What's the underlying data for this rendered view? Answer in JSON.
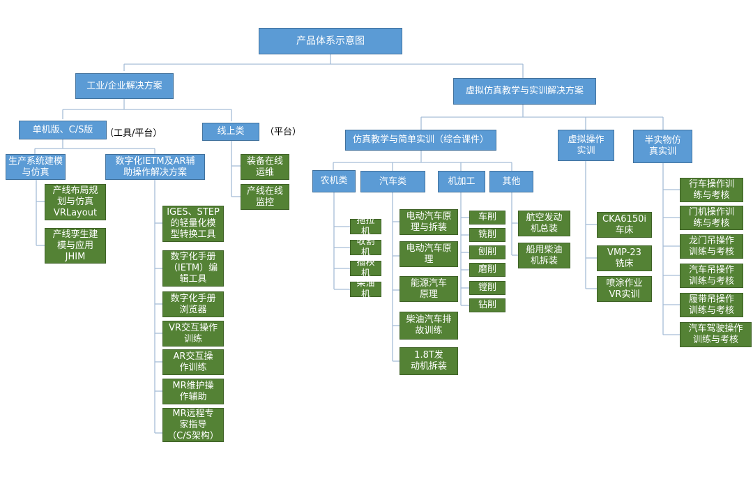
{
  "root": "产品体系示意图",
  "industrial": {
    "title": "工业/企业解决方案",
    "standalone": {
      "label": "单机版、C/S版",
      "note": "（工具/平台）"
    },
    "online": {
      "label": "线上类",
      "note": "（平台）"
    },
    "production_modeling": "生产系统建模\n与仿真",
    "digital_ietm": "数字化IETM及AR辅\n助操作解决方案",
    "modeling_items": [
      "产线布局规\n划与仿真\nVRLayout",
      "产线孪生建\n模与应用\nJHIM"
    ],
    "ietm_items": [
      "IGES、STEP\n的轻量化模\n型转换工具",
      "数字化手册\n（IETM）编\n辑工具",
      "数字化手册\n浏览器",
      "VR交互操作\n训练",
      "AR交互操\n作训练",
      "MR维护操\n作辅助",
      "MR远程专\n家指导\n（C/S架构）"
    ],
    "online_items": [
      "装备在线\n运维",
      "产线在线\n监控"
    ]
  },
  "virtual": {
    "title": "虚拟仿真教学与实训解决方案",
    "teaching": "仿真教学与简单实训（综合课件）",
    "virtual_ops": "虚拟操作\n实训",
    "semi_physical": "半实物仿\n真实训",
    "agri": {
      "label": "农机类",
      "items": [
        "拖拉机",
        "收割机",
        "插秧机",
        "柴油机"
      ]
    },
    "auto": {
      "label": "汽车类",
      "items": [
        "电动汽车原\n理与拆装",
        "电动汽车原\n理",
        "能源汽车\n原理",
        "柴油汽车排\n故训练",
        "1.8T发\n动机拆装"
      ]
    },
    "machining": {
      "label": "机加工",
      "items": [
        "车削",
        "铣削",
        "刨削",
        "磨削",
        "镗削",
        "钻削"
      ]
    },
    "other": {
      "label": "其他",
      "items": [
        "航空发动\n机总装",
        "船用柴油\n机拆装"
      ]
    },
    "vops_items": [
      "CKA6150i\n车床",
      "VMP-23\n铣床",
      "喷涂作业\nVR实训"
    ],
    "semi_items": [
      "行车操作训\n练与考核",
      "门机操作训\n练与考核",
      "龙门吊操作\n训练与考核",
      "汽车吊操作\n训练与考核",
      "履带吊操作\n训练与考核",
      "汽车驾驶操作\n训练与考核"
    ]
  },
  "colors": {
    "category": "#5b9bd5",
    "leaf": "#548235",
    "connector": "#a6bdd7"
  }
}
